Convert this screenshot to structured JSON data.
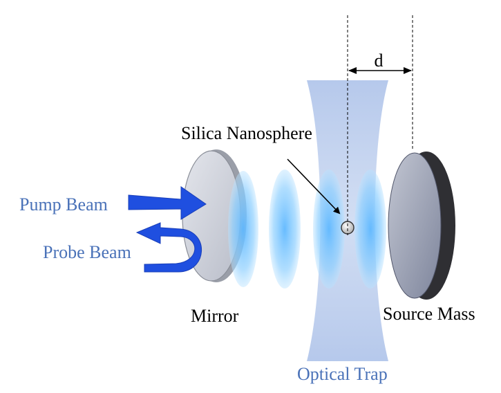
{
  "labels": {
    "pump_beam": "Pump Beam",
    "probe_beam": "Probe Beam",
    "mirror": "Mirror",
    "silica_nanosphere": "Silica Nanosphere",
    "optical_trap": "Optical Trap",
    "source_mass": "Source Mass",
    "distance": "d"
  },
  "colors": {
    "beam_label": "#4a72b8",
    "arrow_blue": "#1f4fe0",
    "trap_blue": "#9fb6e2",
    "wavefront_blue": "#6fc3ff",
    "mirror_face": "#c9ccd6",
    "source_face": "#9da3b6",
    "dark_edge": "#3a3a3a",
    "text": "#000000"
  }
}
